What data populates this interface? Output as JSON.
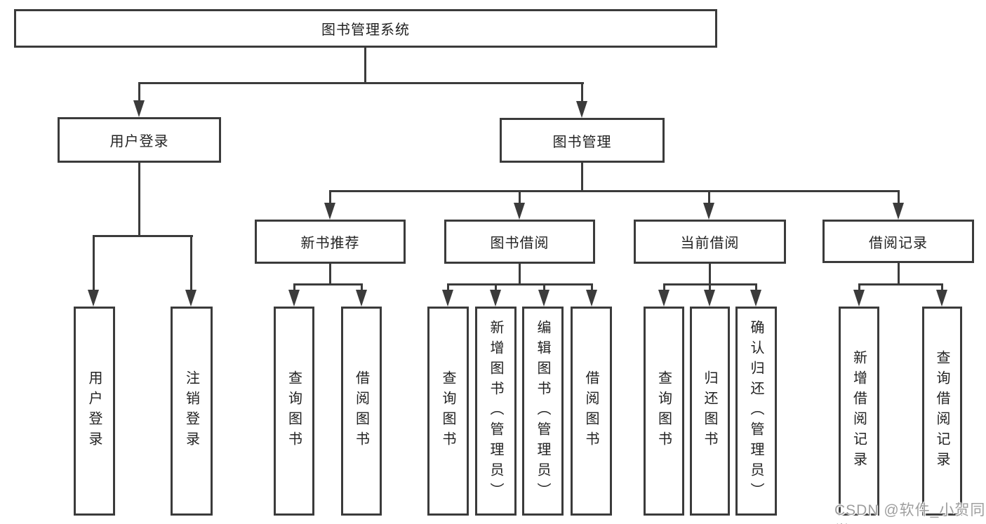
{
  "tree": {
    "label": "图书管理系统",
    "children": [
      {
        "label": "用户登录",
        "children": [
          {
            "label": "用户登录"
          },
          {
            "label": "注销登录"
          }
        ]
      },
      {
        "label": "图书管理",
        "children": [
          {
            "label": "新书推荐",
            "children": [
              {
                "label": "查询图书"
              },
              {
                "label": "借阅图书"
              }
            ]
          },
          {
            "label": "图书借阅",
            "children": [
              {
                "label": "查询图书"
              },
              {
                "label": "新增图书（管理员）"
              },
              {
                "label": "编辑图书（管理员）"
              },
              {
                "label": "借阅图书"
              }
            ]
          },
          {
            "label": "当前借阅",
            "children": [
              {
                "label": "查询图书"
              },
              {
                "label": "归还图书"
              },
              {
                "label": "确认归还（管理员）"
              }
            ]
          },
          {
            "label": "借阅记录",
            "children": [
              {
                "label": "新增借阅记录"
              },
              {
                "label": "查询借阅记录"
              }
            ]
          }
        ]
      }
    ]
  },
  "watermark": {
    "text": "CSDN @软件_小贺同学"
  },
  "colors": {
    "line": "#3b3b3b",
    "text": "#222222",
    "watermark_text": "#9e9e9e",
    "background": "#ffffff"
  }
}
